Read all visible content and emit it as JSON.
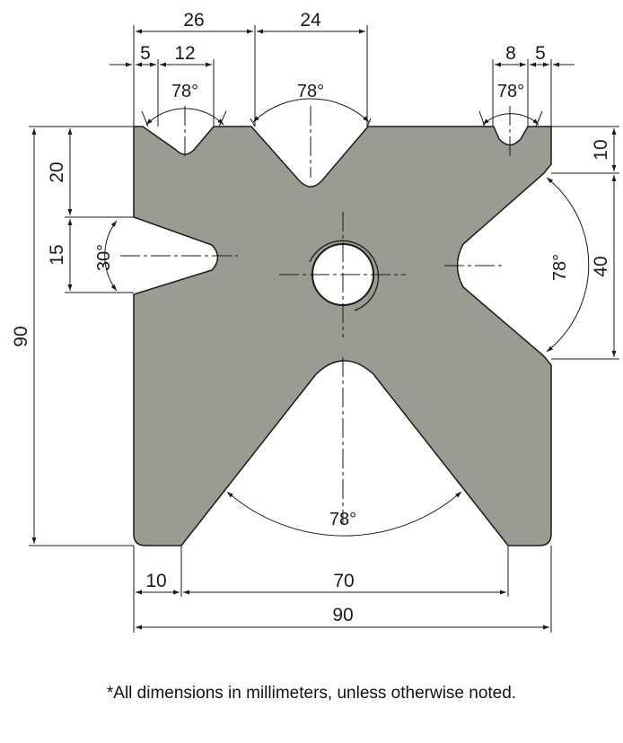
{
  "colors": {
    "body": "#9c9b91",
    "outline": "#1a1a1a",
    "background": "#ffffff"
  },
  "dimensions": {
    "top_26": "26",
    "top_24": "24",
    "top_5_left": "5",
    "top_12": "12",
    "top_8": "8",
    "top_5_right": "5",
    "left_90": "90",
    "left_20": "20",
    "left_15": "15",
    "right_10": "10",
    "right_40": "40",
    "bottom_10": "10",
    "bottom_70": "70",
    "bottom_90": "90"
  },
  "angles": {
    "top_left_v": "78°",
    "top_center_v": "78°",
    "top_right_v": "78°",
    "left_v": "30°",
    "right_v": "78°",
    "bottom_v": "78°"
  },
  "note": "*All dimensions in millimeters, unless otherwise noted."
}
